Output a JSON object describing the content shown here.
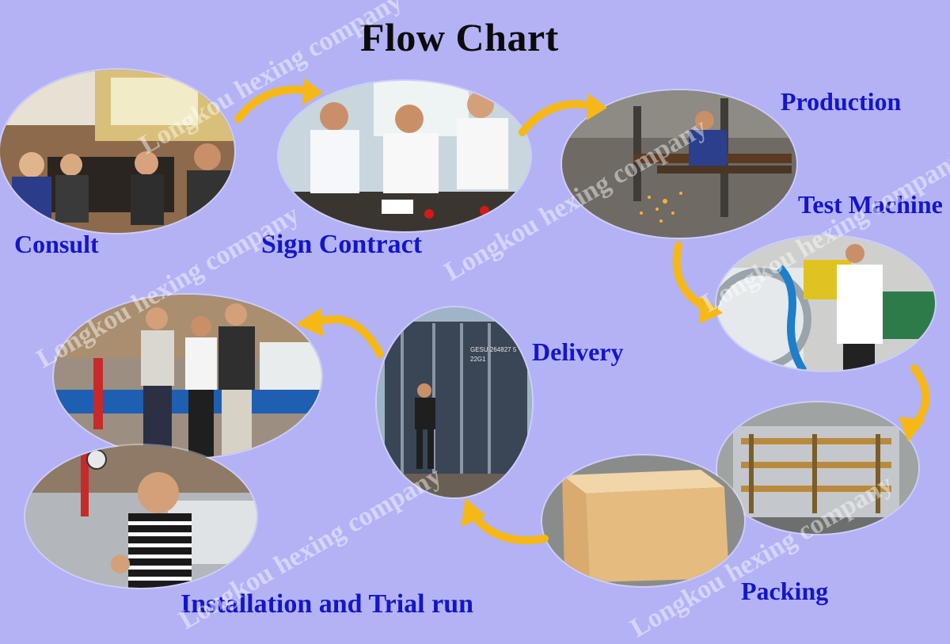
{
  "title": "Flow Chart",
  "colors": {
    "background": "#b3b2f5",
    "label": "#1515c8",
    "arrow": "#f6b816"
  },
  "steps": [
    {
      "id": "consult",
      "label": "Consult"
    },
    {
      "id": "sign-contract",
      "label": "Sign Contract"
    },
    {
      "id": "production",
      "label": "Production"
    },
    {
      "id": "test-machine",
      "label": "Test Machine"
    },
    {
      "id": "packing",
      "label": "Packing"
    },
    {
      "id": "delivery",
      "label": "Delivery"
    },
    {
      "id": "installation",
      "label": "Installation and Trial run"
    }
  ],
  "watermark": "Longkou hexing company",
  "container_text": [
    "GESU 264827 5",
    "22G1"
  ]
}
